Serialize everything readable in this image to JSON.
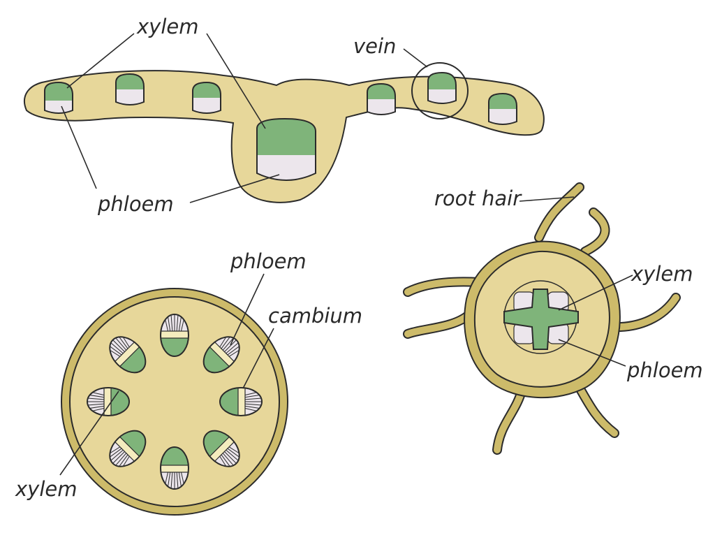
{
  "colors": {
    "tissue": "#e7d79a",
    "outline": "#2b2b2b",
    "xylem": "#7fb47a",
    "phloem": "#ece6ec",
    "cambium": "#f4ecbe",
    "root_rim": "#cdbb6a",
    "background": "#ffffff"
  },
  "leaf": {
    "xylem_label": "xylem",
    "vein_label": "vein",
    "phloem_label": "phloem"
  },
  "stem": {
    "phloem_label": "phloem",
    "cambium_label": "cambium",
    "xylem_label": "xylem"
  },
  "root": {
    "root_hair_label": "root hair",
    "xylem_label": "xylem",
    "phloem_label": "phloem"
  }
}
